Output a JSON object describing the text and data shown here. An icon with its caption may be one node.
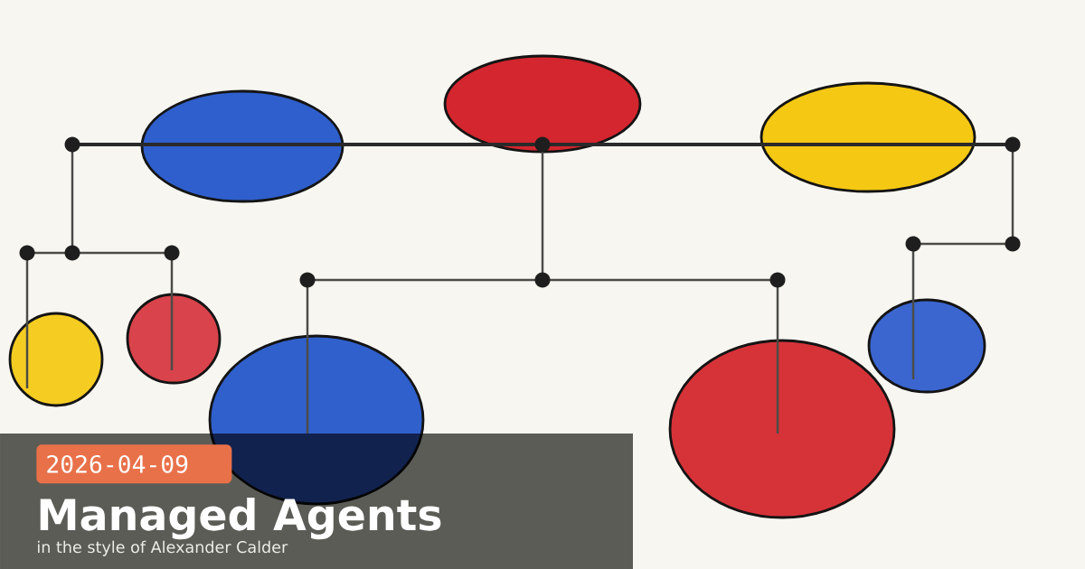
{
  "diagram": {
    "title": "Managed Agents",
    "labels": [
      "2026-04-09",
      "in the style of Alexander Calder"
    ]
  }
}
